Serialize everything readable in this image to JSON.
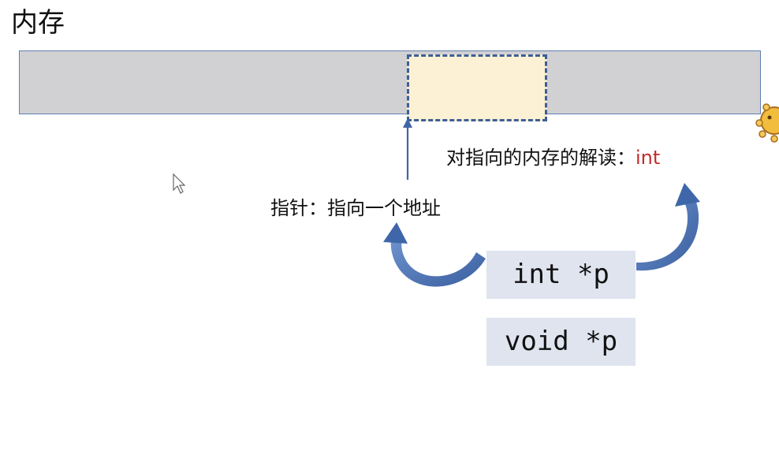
{
  "title": "内存",
  "memory": {
    "bar_color": "#d1d0d3",
    "cell_color": "#fcf1d4",
    "cell_border_color": "#3c5f95"
  },
  "labels": {
    "interpretation_prefix": "对指向的内存的解读：",
    "interpretation_type": "int",
    "pointer": "指针：指向一个地址"
  },
  "code": {
    "int_pointer": "int *p",
    "void_pointer": "void *p"
  },
  "colors": {
    "arrow": "#3f66a8",
    "type_text": "#c42a2a",
    "code_box": "#dfe4ef"
  },
  "icons": [
    "cursor-icon",
    "mascot-icon"
  ]
}
